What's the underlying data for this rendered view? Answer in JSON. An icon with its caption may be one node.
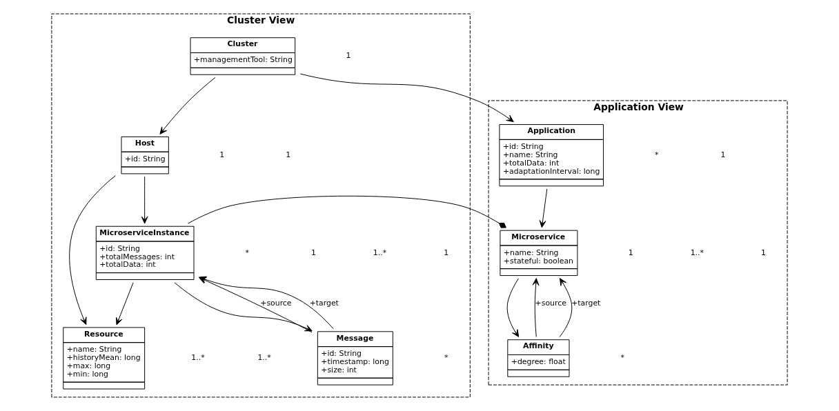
{
  "diagram": {
    "nodes": [
      {
        "text": [
          "Cluster View"
        ]
      },
      {
        "text": [
          "Cluster",
          "+managementTool: String"
        ],
        "in": 0
      },
      {
        "text": [
          "Application View"
        ]
      },
      {
        "text": [
          "Application",
          "+id: String",
          "+name: String",
          "+totalData: int",
          "+adaptationInterval: long"
        ],
        "in": 2
      },
      {
        "text": [
          "Microservice",
          "+name: String",
          "+stateful: boolean"
        ],
        "in": 2
      },
      {
        "text": [
          "Affinity",
          "+degree: float"
        ],
        "in": 2
      },
      {
        "text": [
          "Host",
          "+id: String"
        ],
        "in": 0
      },
      {
        "text": [
          "Resource",
          "+name: String",
          "+historyMean: long",
          "+max: long",
          "+min: long"
        ],
        "in": 0
      },
      {
        "text": [
          "MicroserviceInstance",
          "+id: String",
          "+totalMessages: int",
          "+totalData: int"
        ],
        "in": 0
      },
      {
        "text": [
          "Message",
          "+id: String",
          "+timestamp: long",
          "+size: int"
        ],
        "in": 0
      }
    ],
    "edges": [
      {
        "from": 1,
        "to": 3,
        "arrow": "to"
      },
      {
        "from": 1,
        "to": 6,
        "arrow": "to"
      },
      {
        "from": 3,
        "to": 4,
        "arrow": "to"
      },
      {
        "from": 4,
        "to": 5,
        "arrow": "to"
      },
      {
        "from": 5,
        "to": 4,
        "arrow": "to",
        "label": "+source"
      },
      {
        "from": 5,
        "to": 4,
        "arrow": "to",
        "label": "+target"
      },
      {
        "from": 4,
        "to": 8,
        "arrow": "other"
      },
      {
        "from": 8,
        "to": 9,
        "arrow": "to"
      },
      {
        "from": 9,
        "to": 8,
        "arrow": "to",
        "label": "+source"
      },
      {
        "from": 9,
        "to": 8,
        "arrow": "to",
        "label": "+target"
      },
      {
        "from": 8,
        "to": 7,
        "arrow": "to"
      },
      {
        "from": 6,
        "to": 7,
        "arrow": "to"
      },
      {
        "from": 6,
        "to": 8,
        "arrow": "to"
      }
    ],
    "labels": [
      "1",
      "*",
      "1",
      "1..*",
      "1",
      "*",
      "1",
      "1",
      "*",
      "1..*",
      "1..*",
      "1",
      "1",
      "1..*",
      "1",
      "*"
    ]
  }
}
